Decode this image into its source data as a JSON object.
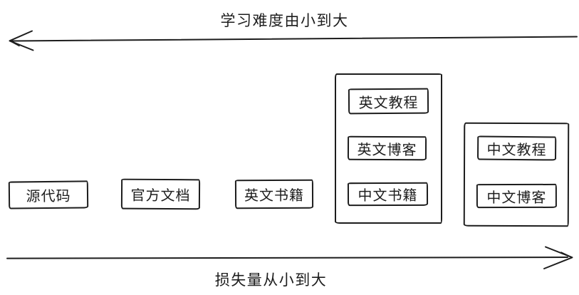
{
  "diagram": {
    "background": "#ffffff",
    "stroke_color": "#1d1d1d",
    "top_axis": {
      "label": "学习难度由小到大",
      "direction": "left"
    },
    "bottom_axis": {
      "label": "损失量从小到大",
      "direction": "right"
    },
    "nodes": [
      {
        "id": "source-code",
        "label": "源代码"
      },
      {
        "id": "official-docs",
        "label": "官方文档"
      },
      {
        "id": "english-books",
        "label": "英文书籍"
      }
    ],
    "groups": [
      {
        "id": "english-cluster",
        "items": [
          {
            "label": "英文教程"
          },
          {
            "label": "英文博客"
          },
          {
            "label": "中文书籍"
          }
        ]
      },
      {
        "id": "chinese-cluster",
        "items": [
          {
            "label": "中文教程"
          },
          {
            "label": "中文博客"
          }
        ]
      }
    ]
  }
}
